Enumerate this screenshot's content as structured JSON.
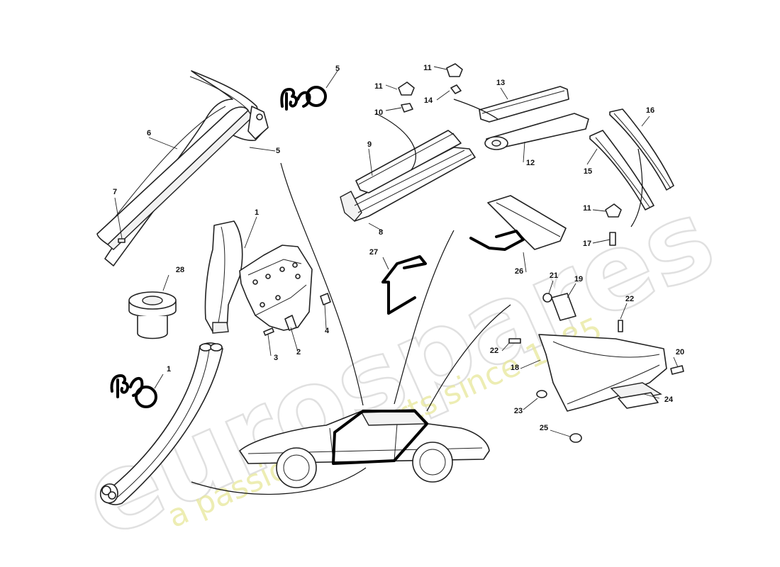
{
  "watermark": {
    "brand": "eurospares",
    "tagline": "a passion for parts since 1985",
    "color_brand": "#c8c8c8",
    "color_tagline": "#e8e89a"
  },
  "callouts": [
    {
      "id": "c1a",
      "text": "1"
    },
    {
      "id": "c1b",
      "text": "1"
    },
    {
      "id": "c2",
      "text": "2"
    },
    {
      "id": "c3",
      "text": "3"
    },
    {
      "id": "c4",
      "text": "4"
    },
    {
      "id": "c5a",
      "text": "5"
    },
    {
      "id": "c5b",
      "text": "5"
    },
    {
      "id": "c6",
      "text": "6"
    },
    {
      "id": "c7",
      "text": "7"
    },
    {
      "id": "c8",
      "text": "8"
    },
    {
      "id": "c9",
      "text": "9"
    },
    {
      "id": "c10",
      "text": "10"
    },
    {
      "id": "c11a",
      "text": "11"
    },
    {
      "id": "c11b",
      "text": "11"
    },
    {
      "id": "c11c",
      "text": "11"
    },
    {
      "id": "c12",
      "text": "12"
    },
    {
      "id": "c13",
      "text": "13"
    },
    {
      "id": "c14",
      "text": "14"
    },
    {
      "id": "c15",
      "text": "15"
    },
    {
      "id": "c16",
      "text": "16"
    },
    {
      "id": "c17",
      "text": "17"
    },
    {
      "id": "c18",
      "text": "18"
    },
    {
      "id": "c19",
      "text": "19"
    },
    {
      "id": "c20",
      "text": "20"
    },
    {
      "id": "c21",
      "text": "21"
    },
    {
      "id": "c22a",
      "text": "22"
    },
    {
      "id": "c22b",
      "text": "22"
    },
    {
      "id": "c23",
      "text": "23"
    },
    {
      "id": "c24",
      "text": "24"
    },
    {
      "id": "c25",
      "text": "25"
    },
    {
      "id": "c26",
      "text": "26"
    },
    {
      "id": "c27",
      "text": "27"
    },
    {
      "id": "c28",
      "text": "28"
    }
  ]
}
